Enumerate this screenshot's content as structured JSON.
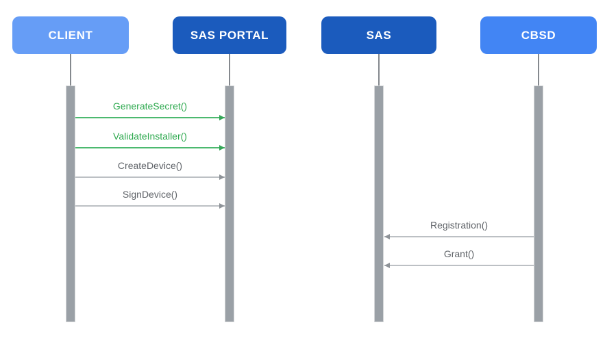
{
  "diagram": {
    "type": "sequence-diagram",
    "background": "#FFFFFF",
    "actors": [
      {
        "name": "CLIENT",
        "fill": "#669DF6",
        "text_color": "#FFFFFF"
      },
      {
        "name": "SAS PORTAL",
        "fill": "#1B5BBD",
        "text_color": "#FFFFFF"
      },
      {
        "name": "SAS",
        "fill": "#1B5BBD",
        "text_color": "#FFFFFF"
      },
      {
        "name": "CBSD",
        "fill": "#4285F4",
        "text_color": "#FFFFFF"
      }
    ],
    "messages": [
      {
        "label": "GenerateSecret()",
        "from": "CLIENT",
        "to": "SAS PORTAL",
        "direction": "right",
        "style": "green"
      },
      {
        "label": "ValidateInstaller()",
        "from": "CLIENT",
        "to": "SAS PORTAL",
        "direction": "right",
        "style": "green"
      },
      {
        "label": "CreateDevice()",
        "from": "CLIENT",
        "to": "SAS PORTAL",
        "direction": "right",
        "style": "gray"
      },
      {
        "label": "SignDevice()",
        "from": "CLIENT",
        "to": "SAS PORTAL",
        "direction": "right",
        "style": "gray"
      },
      {
        "label": "Registration()",
        "from": "CBSD",
        "to": "SAS",
        "direction": "left",
        "style": "gray"
      },
      {
        "label": "Grant()",
        "from": "CBSD",
        "to": "SAS",
        "direction": "left",
        "style": "gray"
      }
    ],
    "colors": {
      "actor_light_blue": "#669DF6",
      "actor_dark_blue": "#1B5BBD",
      "actor_blue": "#4285F4",
      "green_text": "#2EA94F",
      "green_line": "#4CB96F",
      "gray_text": "#5F6368",
      "gray_line": "#BCC0C4",
      "activation_bar": "#9AA0A6",
      "lifeline": "#85898E"
    }
  }
}
